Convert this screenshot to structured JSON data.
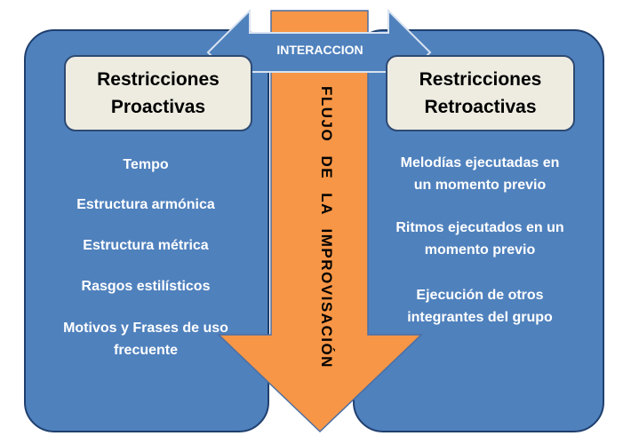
{
  "colors": {
    "panel_fill": "#4f81bd",
    "panel_border": "#1f3f6e",
    "header_fill": "#eeece1",
    "flow_arrow_fill": "#f79646",
    "flow_arrow_border": "#4a6fa5",
    "interaction_arrow_fill": "#4f81bd",
    "interaction_arrow_border": "#d9e3f0"
  },
  "interaction_label": "INTERACCION",
  "flow_label": "FLUJO DE LA IMPROVISACIÓN",
  "left": {
    "header": "Restricciones\nProactivas",
    "items": [
      "Tempo",
      "Estructura armónica",
      "Estructura métrica",
      "Rasgos estilísticos",
      "Motivos y Frases de uso\nfrecuente"
    ]
  },
  "right": {
    "header": "Restricciones\nRetroactivas",
    "items": [
      "Melodías  ejecutadas  en\nun momento previo",
      "Ritmos ejecutados en un\nmomento previo",
      "Ejecución de otros\nintegrantes del grupo"
    ]
  }
}
